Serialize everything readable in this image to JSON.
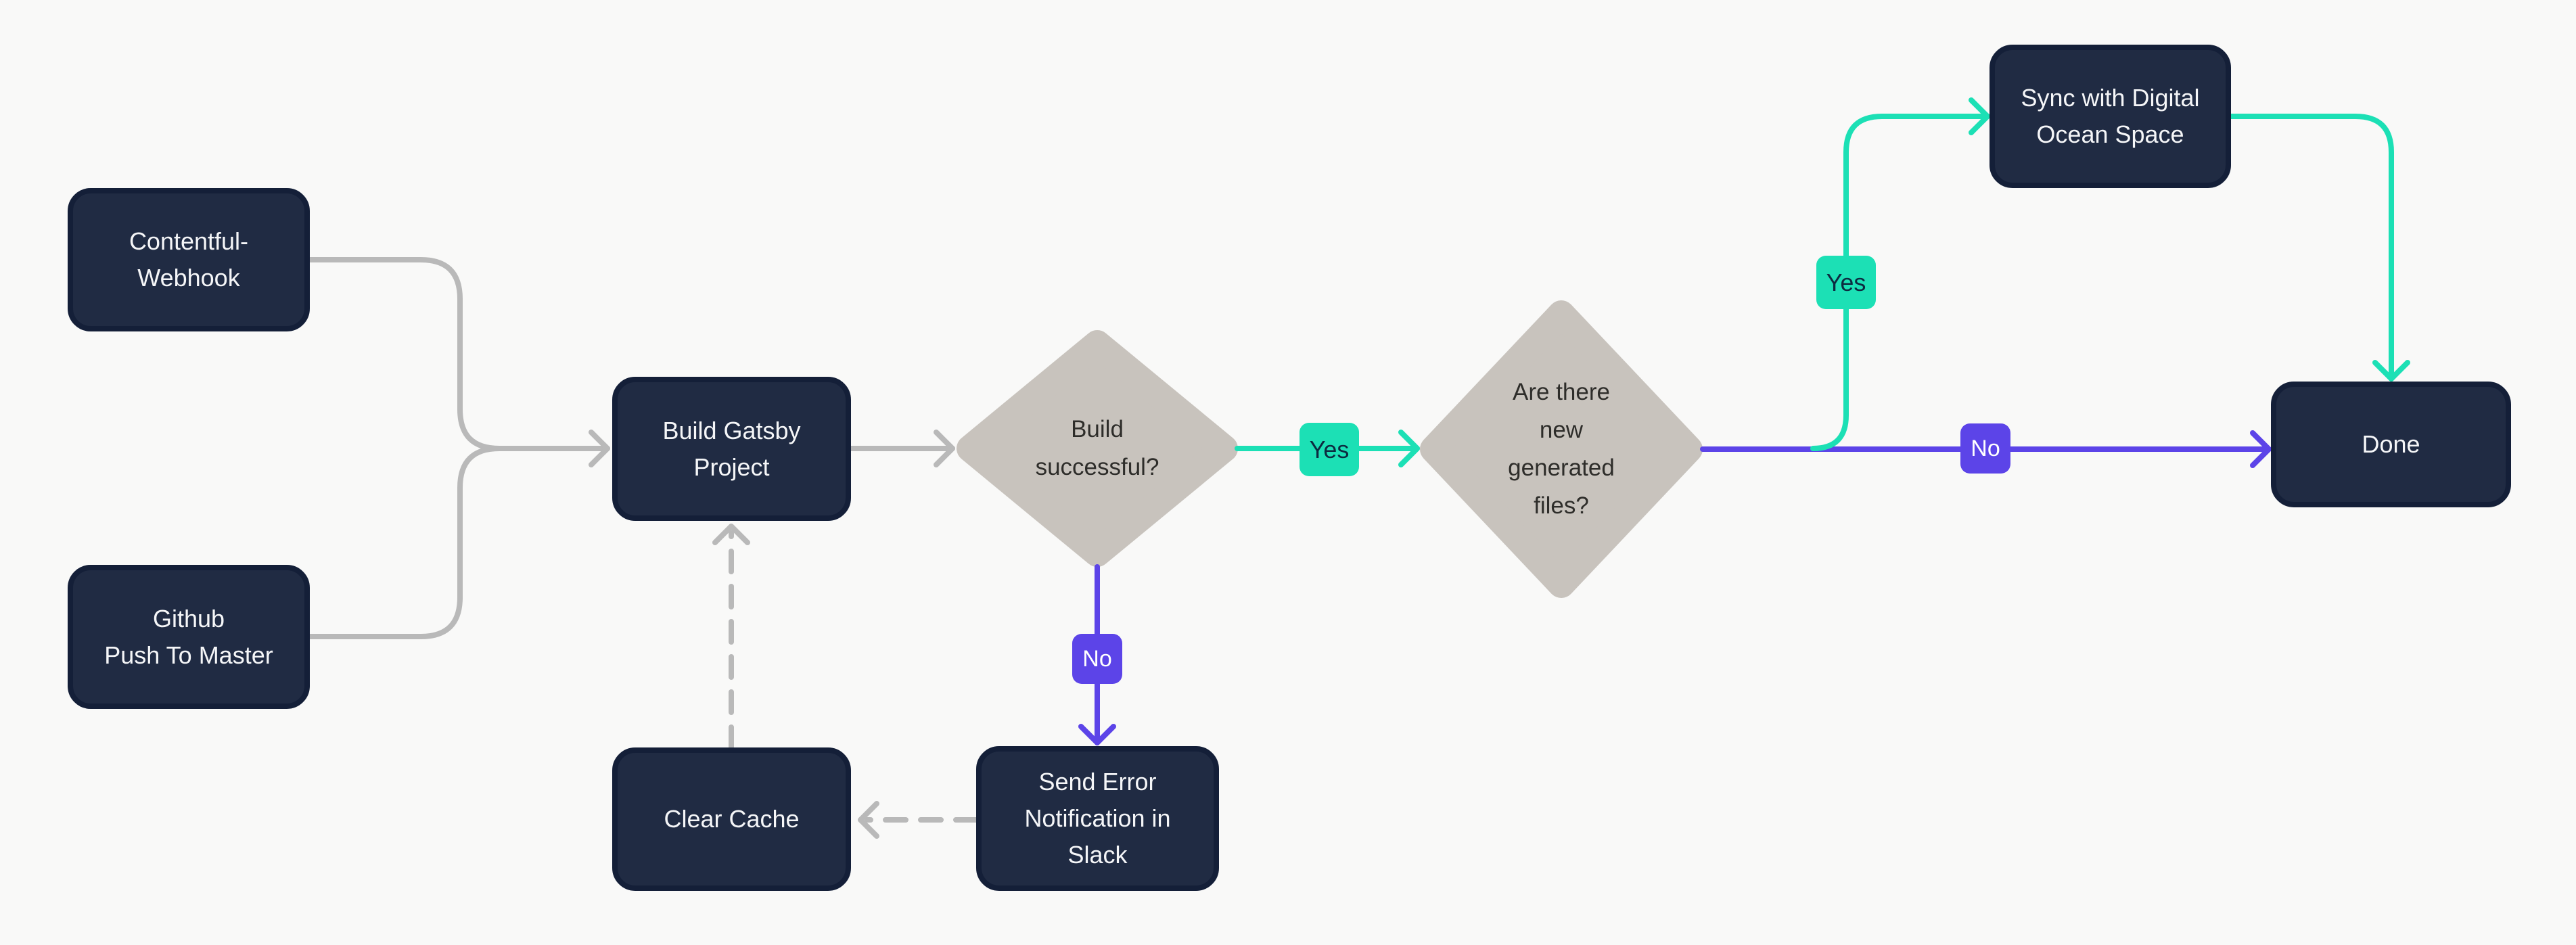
{
  "diagram": {
    "background_color": "#f9f9f8",
    "nodes": {
      "contentful_webhook": {
        "label": "Contentful-\nWebhook",
        "type": "process"
      },
      "github_push": {
        "label": "Github\nPush To Master",
        "type": "process"
      },
      "build_gatsby": {
        "label": "Build Gatsby\nProject",
        "type": "process"
      },
      "build_successful": {
        "label": "Build\nsuccessful?",
        "type": "decision"
      },
      "new_generated_files": {
        "label": "Are there\nnew\ngenerated\nfiles?",
        "type": "decision"
      },
      "sync_digital_ocean": {
        "label": "Sync with Digital\nOcean Space",
        "type": "process"
      },
      "done": {
        "label": "Done",
        "type": "process"
      },
      "send_error_slack": {
        "label": "Send Error\nNotification in\nSlack",
        "type": "process"
      },
      "clear_cache": {
        "label": "Clear Cache",
        "type": "process"
      }
    },
    "edge_labels": {
      "yes_build_successful": "Yes",
      "yes_new_files": "Yes",
      "no_new_files": "No",
      "no_build_successful": "No"
    },
    "colors": {
      "node_fill": "#202b43",
      "node_border": "#141f38",
      "node_text": "#f5f6f8",
      "decision_fill": "#c8c3bd",
      "decision_text": "#2e2d2a",
      "yes_accent": "#1ce0b5",
      "yes_text": "#0d2b40",
      "no_accent": "#5c44e8",
      "no_text": "#ffffff",
      "connector_gray": "#b9b9b9"
    }
  }
}
